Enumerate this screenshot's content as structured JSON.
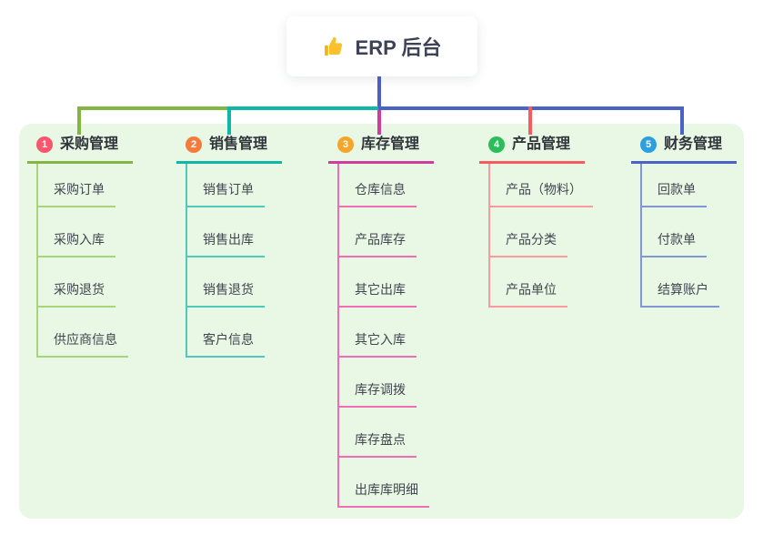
{
  "root": {
    "icon": "thumbs-up",
    "label": "ERP 后台"
  },
  "panel": {
    "background": "#e9f7e5"
  },
  "connector": {
    "stem_color": "#4c5ec8"
  },
  "branches": [
    {
      "number": "1",
      "label": "采购管理",
      "badge_color": "#f8566c",
      "line_color": "#82b541",
      "child_line_color": "#aad47b",
      "children": [
        "采购订单",
        "采购入库",
        "采购退货",
        "供应商信息"
      ]
    },
    {
      "number": "2",
      "label": "销售管理",
      "badge_color": "#f57b3d",
      "line_color": "#10b7a6",
      "child_line_color": "#4ec9ba",
      "children": [
        "销售订单",
        "销售出库",
        "销售退货",
        "客户信息"
      ]
    },
    {
      "number": "3",
      "label": "库存管理",
      "badge_color": "#f5a62a",
      "line_color": "#ce3d9e",
      "child_line_color": "#ee6db5",
      "children": [
        "仓库信息",
        "产品库存",
        "其它出库",
        "其它入库",
        "库存调拨",
        "库存盘点",
        "出库库明细"
      ]
    },
    {
      "number": "4",
      "label": "产品管理",
      "badge_color": "#2cbd5b",
      "line_color": "#f75b60",
      "child_line_color": "#fa9a9e",
      "children": [
        "产品（物料）",
        "产品分类",
        "产品单位"
      ]
    },
    {
      "number": "5",
      "label": "财务管理",
      "badge_color": "#2b9fe0",
      "line_color": "#4a63c5",
      "child_line_color": "#8496d2",
      "children": [
        "回款单",
        "付款单",
        "结算账户"
      ]
    }
  ]
}
